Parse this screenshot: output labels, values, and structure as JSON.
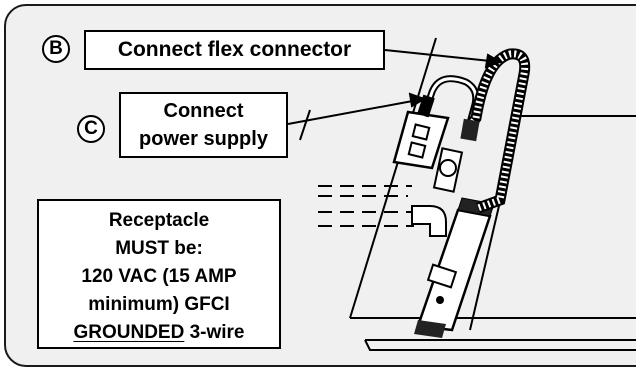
{
  "labels": {
    "b": "B",
    "c": "C"
  },
  "callouts": {
    "flex": "Connect flex connector",
    "power_line1": "Connect",
    "power_line2": "power supply"
  },
  "receptacle": {
    "line1": "Receptacle",
    "line2": "MUST be:",
    "line3": "120 VAC (15 AMP",
    "line4": "minimum) GFCI",
    "line5_underlined": "GROUNDED",
    "line5_rest": " 3-wire"
  }
}
